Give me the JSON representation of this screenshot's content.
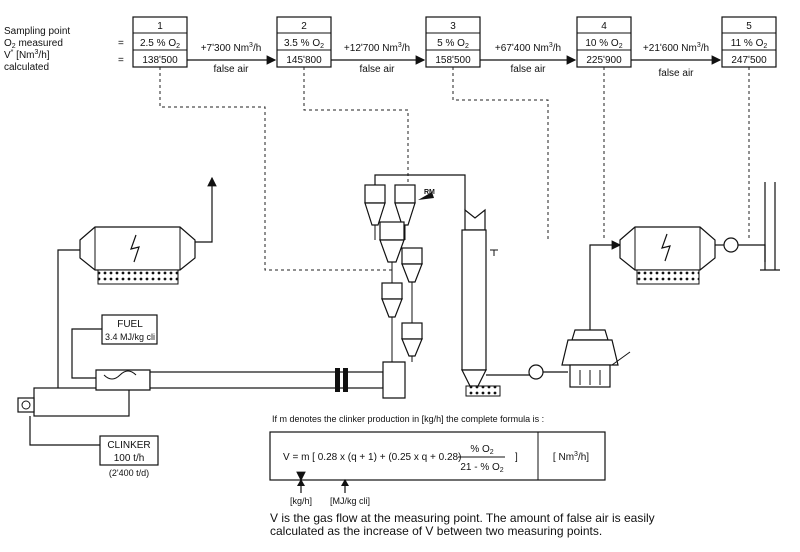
{
  "legend": {
    "line1": "Sampling point",
    "line2_main": "O",
    "line2_sub": "2",
    "line2_rest": " measured",
    "line3_main": "V",
    "line3_sup": "*",
    "line3_unit_pre": " [Nm",
    "line3_unit_sup": "3",
    "line3_unit_post": "/h]",
    "line4": "calculated",
    "eq_sign": "="
  },
  "sampling_points": [
    {
      "id": "1",
      "o2": "2.5 % O",
      "o2_sub": "2",
      "v": "138ʹ500"
    },
    {
      "id": "2",
      "o2": "3.5 % O",
      "o2_sub": "2",
      "v": "145ʹ800"
    },
    {
      "id": "3",
      "o2": "5 % O",
      "o2_sub": "2",
      "v": "158ʹ500"
    },
    {
      "id": "4",
      "o2": "10 % O",
      "o2_sub": "2",
      "v": "225ʹ900"
    },
    {
      "id": "5",
      "o2": "11 % O",
      "o2_sub": "2",
      "v": "247ʹ500"
    }
  ],
  "false_air": [
    {
      "amount": "+7ʹ300 Nm",
      "sup": "3",
      "post": "/h",
      "label": "false air"
    },
    {
      "amount": "+12ʹ700 Nm",
      "sup": "3",
      "post": "/h",
      "label": "false air"
    },
    {
      "amount": "+67ʹ400 Nm",
      "sup": "3",
      "post": "/h",
      "label": "false air"
    },
    {
      "amount": "+21ʹ600 Nm",
      "sup": "3",
      "post": "/h",
      "label": "false air"
    }
  ],
  "raw_meal_label": "RM",
  "fuel": {
    "title": "FUEL",
    "value": "3.4  MJ/kg  cli"
  },
  "clinker": {
    "title": "CLINKER",
    "rate": "100 t/h",
    "daily": "(2ʹ400 t/d)"
  },
  "formula": {
    "intro": "If m denotes the clinker production in [kg/h] the complete formula is :",
    "lhs": "V = m [ 0.28 x (q + 1) +  (0.25 x q + 0.28)",
    "num_main": "% O",
    "num_sub": "2",
    "den_main": "21 - % O",
    "den_sub": "2",
    "bracket_close": "]",
    "unit_pre": "[ Nm",
    "unit_sup": "3",
    "unit_post": "/h]",
    "m_unit": "[kg/h]",
    "q_unit": "[MJ/kg  cli]"
  },
  "note": {
    "line1": "V is the gas flow at the measuring point. The amount of false air is easily",
    "line2": "calculated as the increase of V between two measuring points."
  }
}
